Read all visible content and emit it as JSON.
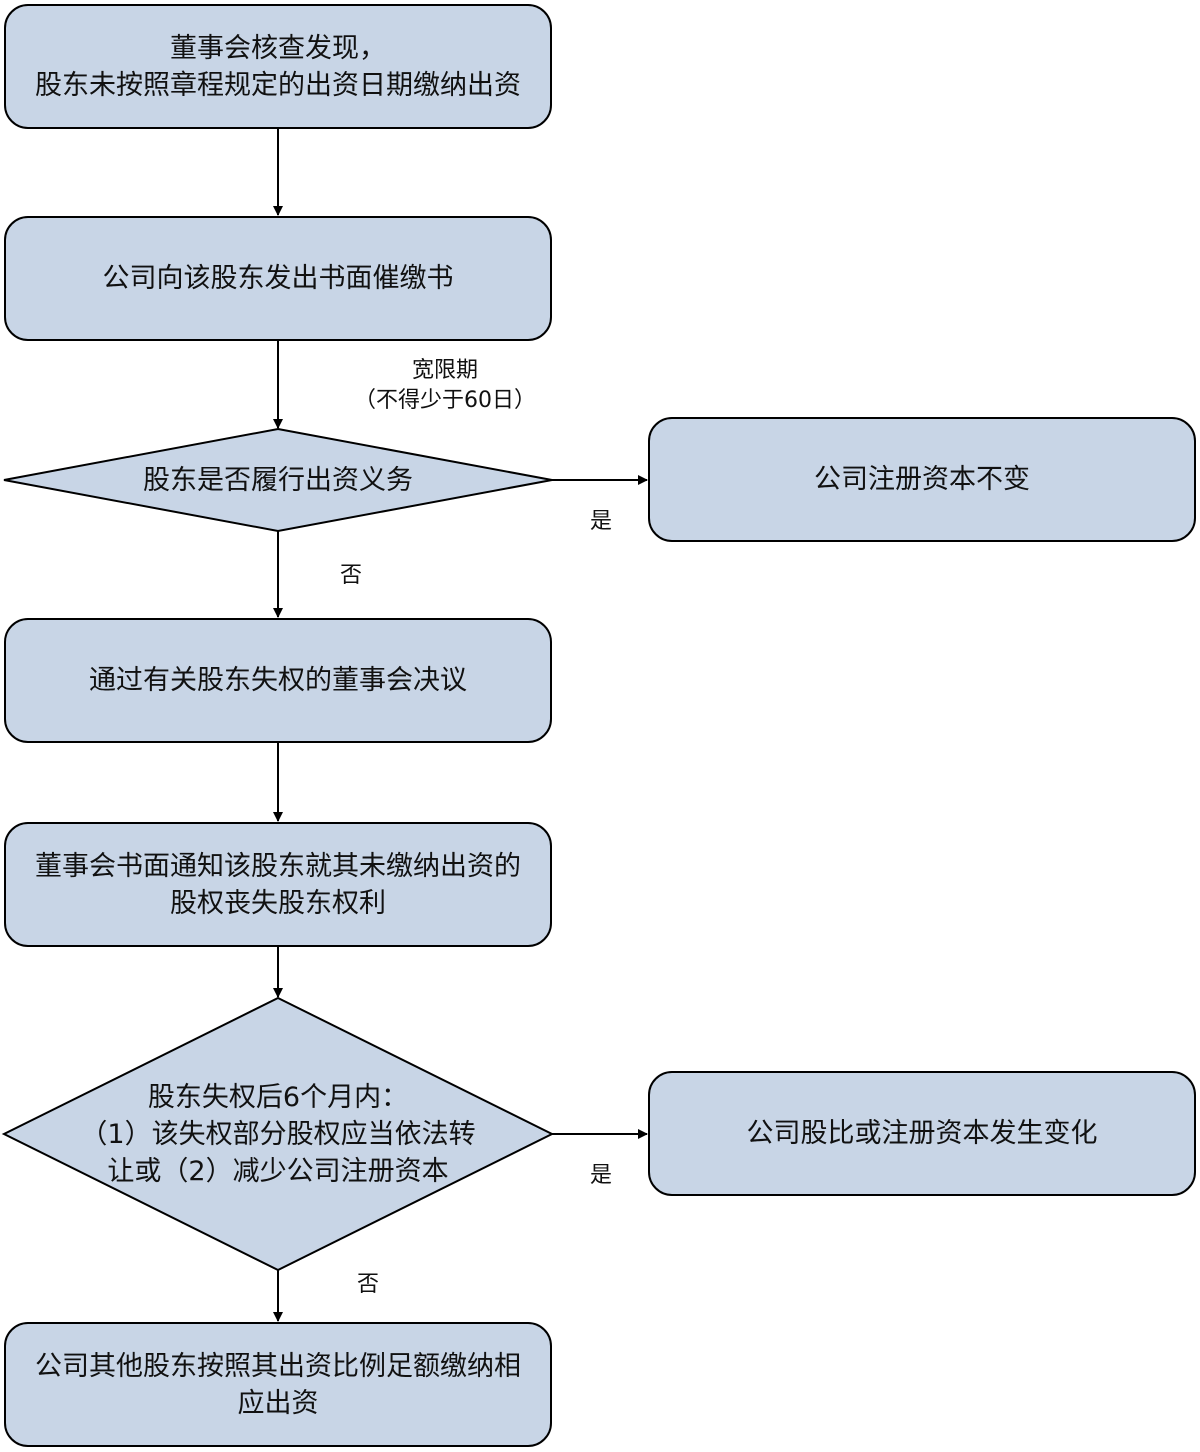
{
  "nodes": {
    "start": [
      "董事会核查发现，",
      "股东未按照章程规定的出资日期缴纳出资"
    ],
    "notice": "公司向该股东发出书面催缴书",
    "decision1": "股东是否履行出资义务",
    "unchanged": "公司注册资本不变",
    "resolution": "通过有关股东失权的董事会决议",
    "notify": [
      "董事会书面通知该股东就其未缴纳出资的",
      "股权丧失股东权利"
    ],
    "decision2": [
      "股东失权后6个月内：",
      "（1）该失权部分股权应当依法转",
      "让或（2）减少公司注册资本"
    ],
    "changed": "公司股比或注册资本发生变化",
    "final": [
      "公司其他股东按照其出资比例足额缴纳相",
      "应出资"
    ]
  },
  "labels": {
    "grace_period": [
      "宽限期",
      "（不得少于60日）"
    ],
    "yes1": "是",
    "no1": "否",
    "yes2": "是",
    "no2": "否"
  },
  "colors": {
    "fill": "#c8d5e6",
    "stroke": "#000000"
  }
}
